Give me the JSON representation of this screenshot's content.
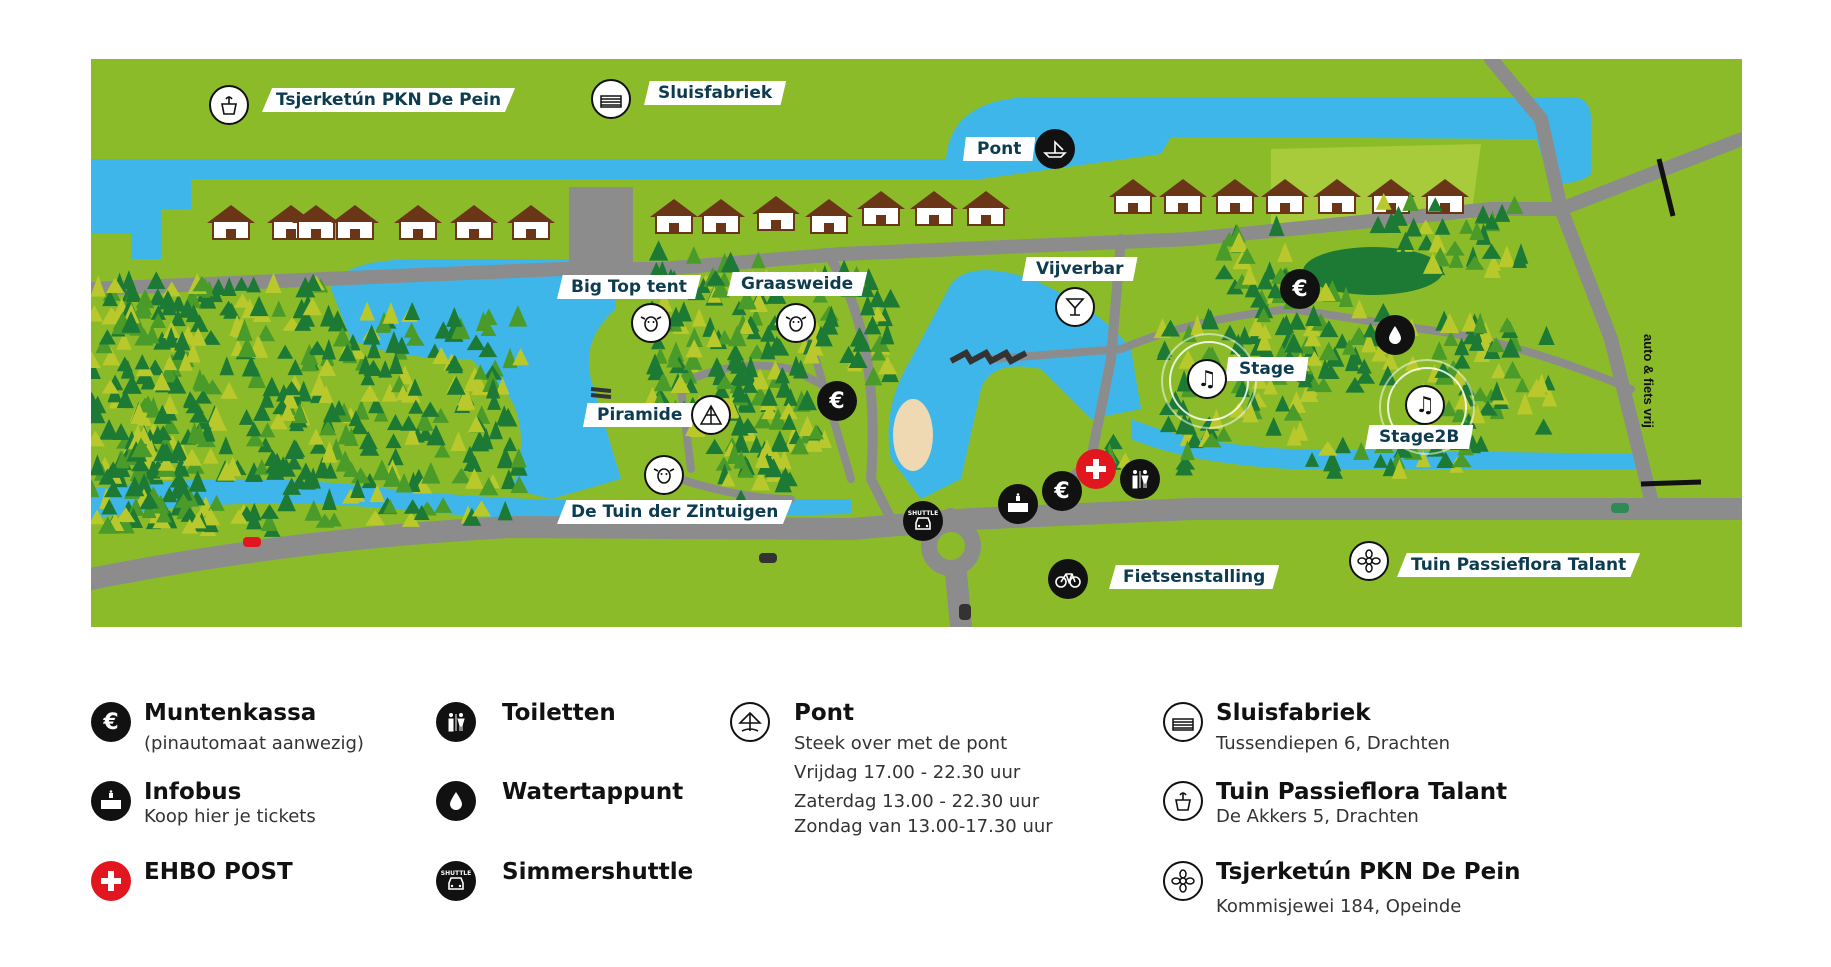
{
  "map": {
    "labels": {
      "tsjerketun": "Tsjerketún PKN De Pein",
      "sluisfabriek": "Sluisfabriek",
      "pont": "Pont",
      "big_top": "Big Top tent",
      "graasweide": "Graasweide",
      "vijverbar": "Vijverbar",
      "stage": "Stage",
      "stage2b": "Stage2B",
      "piramide": "Piramide",
      "tuin_zintuigen": "De Tuin der Zintuigen",
      "fietsenstalling": "Fietsenstalling",
      "tuin_passieflora": "Tuin Passieflora Talant",
      "auto_fiets": "auto & fiets vrij"
    },
    "shuttle_text": "SHUTTLE",
    "colors": {
      "grass": "#8cbb2a",
      "grass_light": "#a7cb3b",
      "water": "#3fb6e9",
      "road": "#8c8c8c",
      "tree_dark": "#1c7a34",
      "tree_mid": "#4a9b2a",
      "tree_light": "#b9c92c",
      "house_roof": "#6b3517",
      "sand": "#efd9b3",
      "label_text": "#0d3b50",
      "ehbo_red": "#e2161f"
    }
  },
  "legend": {
    "muntenkassa": {
      "title": "Muntenkassa",
      "sub": "(pinautomaat aanwezig)",
      "icon": "euro-icon"
    },
    "infobus": {
      "title": "Infobus",
      "sub": "Koop hier je tickets",
      "icon": "info-bus-icon"
    },
    "ehbo": {
      "title": "EHBO POST",
      "icon": "first-aid-cross-icon"
    },
    "toiletten": {
      "title": "Toiletten",
      "icon": "toilet-icon"
    },
    "watertappunt": {
      "title": "Watertappunt",
      "icon": "water-drop-icon"
    },
    "simmershuttle": {
      "title": "Simmershuttle",
      "icon": "shuttle-icon"
    },
    "pont": {
      "title": "Pont",
      "lines": [
        "Steek over met de pont",
        "Vrijdag 17.00 - 22.30 uur",
        "Zaterdag 13.00 - 22.30 uur",
        "Zondag van 13.00-17.30 uur"
      ],
      "icon": "ferry-icon"
    },
    "sluisfabriek": {
      "title": "Sluisfabriek",
      "sub": "Tussendiepen 6, Drachten",
      "icon": "factory-icon"
    },
    "tuin_passieflora": {
      "title": "Tuin Passieflora Talant",
      "sub": "De Akkers 5, Drachten",
      "icon": "garden-icon"
    },
    "tsjerketun": {
      "title": "Tsjerketún PKN De Pein",
      "sub": "Kommisjewei 184, Opeinde",
      "icon": "flower-icon"
    }
  }
}
